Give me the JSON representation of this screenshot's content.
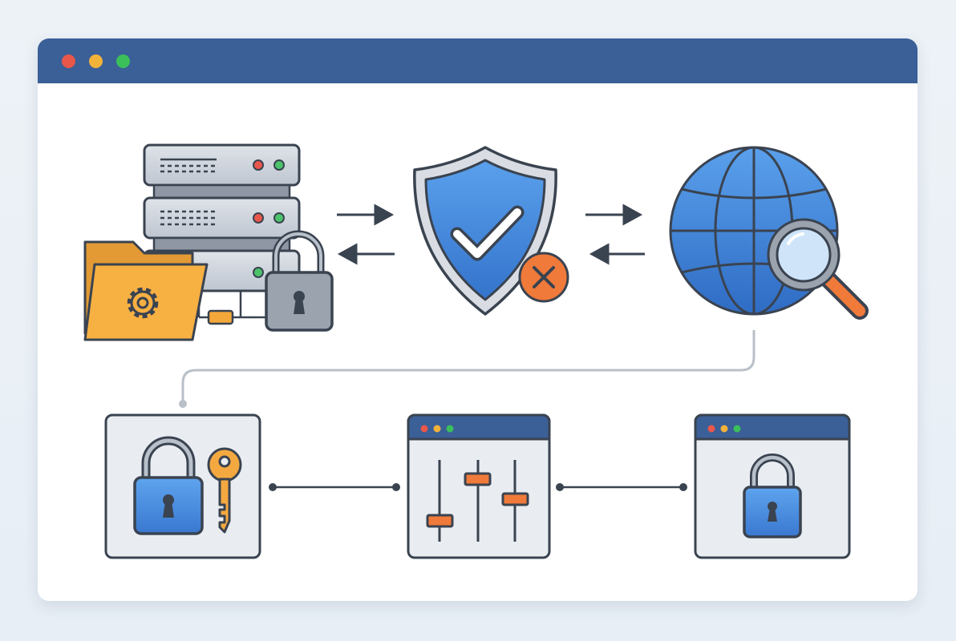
{
  "window": {
    "controls": [
      {
        "name": "close",
        "color": "#e8574a"
      },
      {
        "name": "minimize",
        "color": "#f2b23a"
      },
      {
        "name": "maximize",
        "color": "#3bbf5a"
      }
    ],
    "titlebar_color": "#3b5f97"
  },
  "colors": {
    "outline": "#3a4350",
    "server_fill": "#c9cfd8",
    "folder_fill": "#f5a83a",
    "shield_blue": "#4a8fe0",
    "globe_blue": "#3f86dd",
    "accent_orange": "#f07a3a",
    "status_green": "#4cc26a",
    "status_red": "#e8574a",
    "lock_gray": "#9aa3ae",
    "lock_blue": "#4a8fe0",
    "key_gold": "#f4a940",
    "panel_fill": "#eef1f4",
    "connector": "#b9c0c8"
  },
  "diagram": {
    "top_row": [
      {
        "name": "server-storage-group",
        "icons": [
          "server-stack-icon",
          "folder-gear-icon",
          "padlock-icon"
        ]
      },
      {
        "name": "security-shield-group",
        "icons": [
          "shield-check-icon",
          "error-x-icon"
        ]
      },
      {
        "name": "network-globe-group",
        "icons": [
          "globe-icon",
          "magnifier-icon"
        ]
      }
    ],
    "bottom_row": [
      {
        "name": "credentials-panel",
        "icons": [
          "padlock-icon",
          "key-icon"
        ]
      },
      {
        "name": "settings-window",
        "icons": [
          "sliders-icon"
        ]
      },
      {
        "name": "secure-window",
        "icons": [
          "padlock-icon"
        ]
      }
    ]
  }
}
